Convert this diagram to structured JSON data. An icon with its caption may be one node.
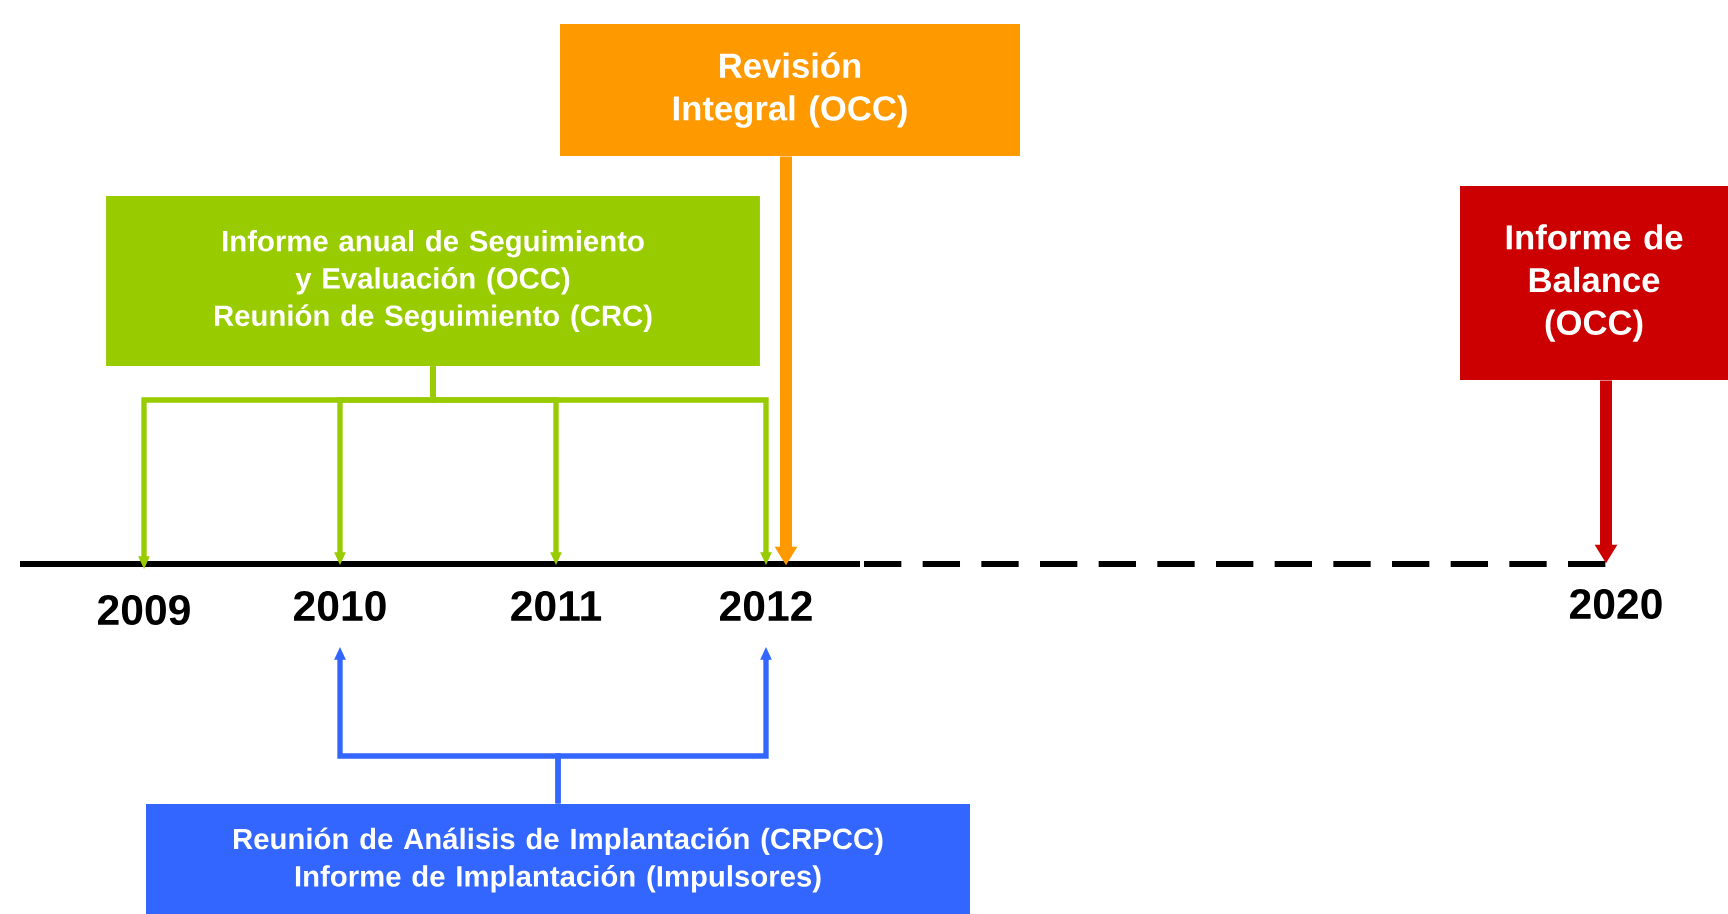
{
  "diagram": {
    "nodes": [
      {
        "text": [
          "Informe anual de Seguimiento y Evaluación (OCC)",
          "Reunión de Seguimiento (CRC)"
        ]
      },
      {
        "text": [
          "Revisión Integral (OCC)"
        ]
      },
      {
        "text": [
          "Informe de Balance (OCC)"
        ]
      },
      {
        "text": [
          "2009"
        ]
      },
      {
        "text": [
          "2010"
        ]
      },
      {
        "text": [
          "2011"
        ]
      },
      {
        "text": [
          "2012"
        ]
      },
      {
        "text": [
          "2020"
        ]
      },
      {
        "text": [
          "Reunión de Análisis de Implantación (CRPCC)",
          "Informe de Implantación (Impulsores)"
        ]
      }
    ],
    "edges": [
      {
        "from": 0,
        "to": 3,
        "arrow": "to",
        "color": "#99cc00"
      },
      {
        "from": 0,
        "to": 4,
        "arrow": "to",
        "color": "#99cc00"
      },
      {
        "from": 0,
        "to": 5,
        "arrow": "to",
        "color": "#99cc00"
      },
      {
        "from": 0,
        "to": 6,
        "arrow": "to",
        "color": "#99cc00"
      },
      {
        "from": 1,
        "to": 6,
        "arrow": "to",
        "style": "thick",
        "color": "#ff9900"
      },
      {
        "from": 2,
        "to": 7,
        "arrow": "to",
        "style": "thick",
        "color": "#cc0000"
      },
      {
        "from": 8,
        "to": 4,
        "arrow": "to",
        "color": "#3366ff"
      },
      {
        "from": 8,
        "to": 6,
        "arrow": "to",
        "color": "#3366ff"
      }
    ]
  }
}
